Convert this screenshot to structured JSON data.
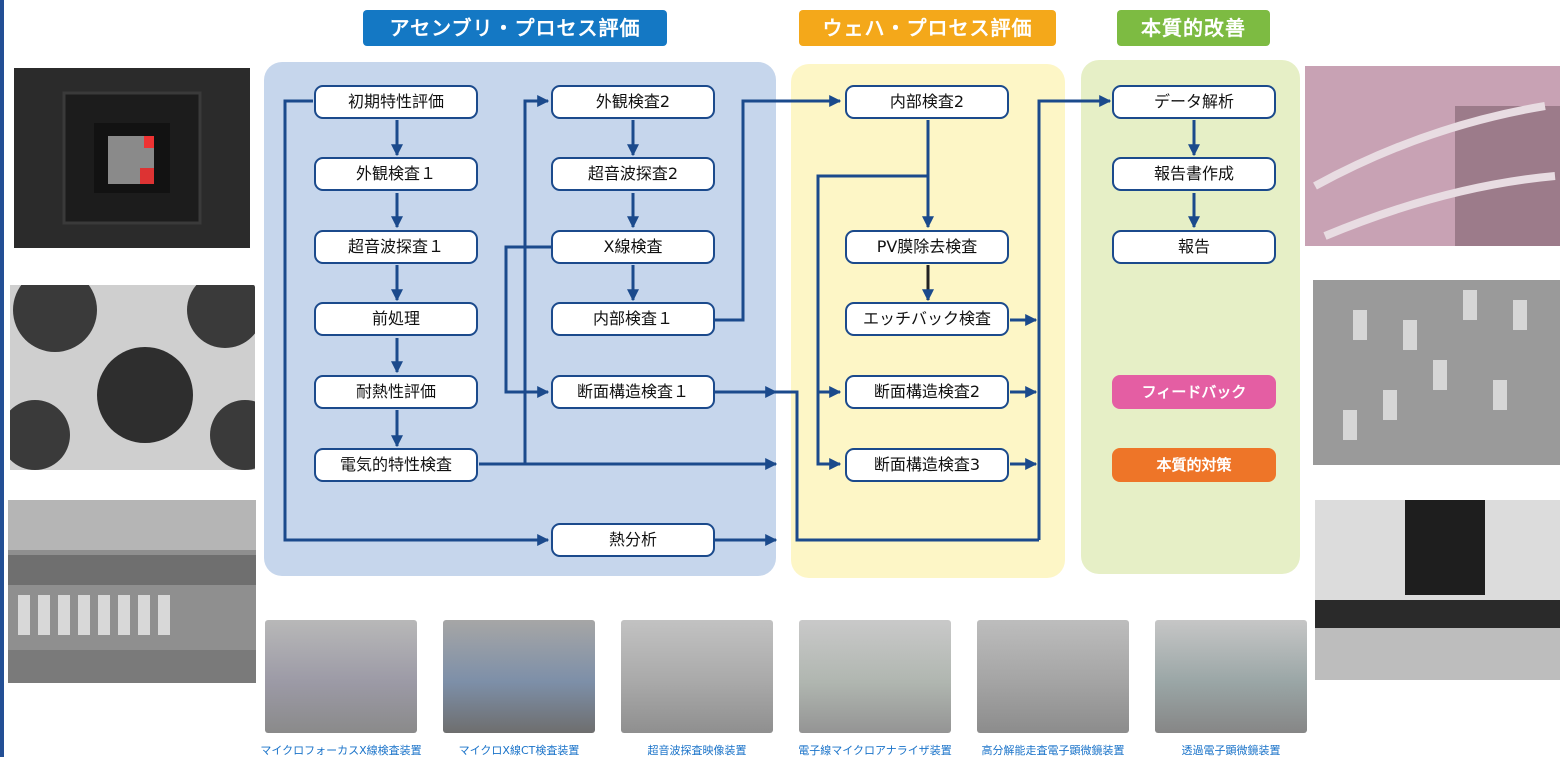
{
  "headers": {
    "assembly": "アセンブリ・プロセス評価",
    "wafer": "ウェハ・プロセス評価",
    "improvement": "本質的改善"
  },
  "colors": {
    "assembly_header": "#1478c4",
    "wafer_header": "#f4a81a",
    "improvement_header": "#7dbb42",
    "assembly_panel": "#c6d6ec",
    "wafer_panel": "#fdf6c6",
    "improvement_panel": "#e6efc6",
    "arrow": "#1b4a8c",
    "feedback": "#e45ea3",
    "countermeasure": "#ee7528"
  },
  "assembly_col1": [
    "初期特性評価",
    "外観検査１",
    "超音波探査１",
    "前処理",
    "耐熱性評価",
    "電気的特性検査"
  ],
  "assembly_col2": [
    "外観検査2",
    "超音波探査2",
    "X線検査",
    "内部検査１",
    "断面構造検査１",
    "熱分析"
  ],
  "wafer_steps": [
    "内部検査2",
    "PV膜除去検査",
    "エッチバック検査",
    "断面構造検査2",
    "断面構造検査3"
  ],
  "improvement_steps": [
    "データ解析",
    "報告書作成",
    "報告"
  ],
  "feedback_label": "フィードバック",
  "countermeasure_label": "本質的対策",
  "equipment": [
    "マイクロフォーカスX線検査装置",
    "マイクロX線CT検査装置",
    "超音波探査映像装置",
    "電子線マイクロアナライザ装置",
    "高分解能走査電子顕微鏡装置",
    "透過電子顕微鏡装置"
  ]
}
